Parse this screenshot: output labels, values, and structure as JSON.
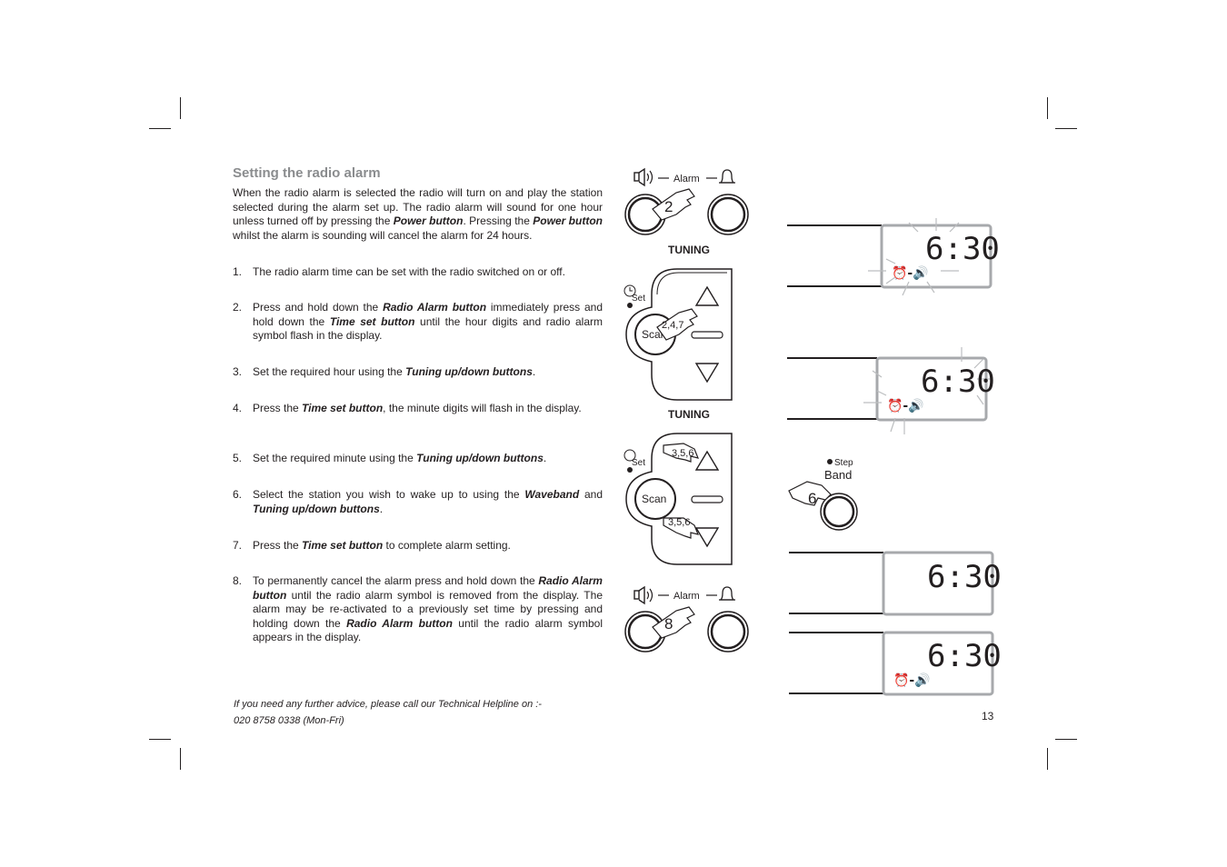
{
  "title": "Setting the radio alarm",
  "intro": {
    "p1": "When the radio alarm is selected the radio will turn on and play the station selected during the alarm set up. The radio alarm will sound for one hour unless turned off by pressing the ",
    "b1": "Power button",
    "p2": ". Pressing the ",
    "b2": "Power button",
    "p3": " whilst the alarm is sounding will cancel the alarm for 24 hours."
  },
  "steps": [
    {
      "num": "1.",
      "t1": "The radio alarm time can be set with the radio switched on or off."
    },
    {
      "num": "2.",
      "t1": "Press and hold down the ",
      "b1": "Radio Alarm button",
      "t2": " immediately press and hold down the ",
      "b2": "Time set button",
      "t3": " until the hour digits and radio alarm symbol flash in the display."
    },
    {
      "num": "3.",
      "t1": "Set the required hour using the ",
      "b1": "Tuning up/down buttons",
      "t2": "."
    },
    {
      "num": "4.",
      "t1": "Press the ",
      "b1": "Time set button",
      "t2": ", the minute digits will flash in the display."
    },
    {
      "num": "5.",
      "t1": "Set the required minute using the ",
      "b1": "Tuning up/down buttons",
      "t2": "."
    },
    {
      "num": "6.",
      "t1": "Select the station you wish to wake up to using the ",
      "b1": "Waveband",
      "t2": " and ",
      "b2": "Tuning up/down buttons",
      "t3": "."
    },
    {
      "num": "7.",
      "t1": "Press the ",
      "b1": "Time set button",
      "t2": " to complete alarm setting."
    },
    {
      "num": "8.",
      "t1": "To permanently cancel the alarm press and hold down the ",
      "b1": "Radio Alarm button",
      "t2": " until the radio alarm symbol is removed from the display. The alarm may be re-activated to a previously set time by pressing and holding down the ",
      "b2": "Radio Alarm button",
      "t3": " until the radio alarm symbol appears in the display."
    }
  ],
  "footer": {
    "line1": "If you need any further advice, please call our Technical Helpline on :-",
    "line2": "020 8758 0338 (Mon-Fri)"
  },
  "page_number": "13",
  "diagram": {
    "alarm_label": "Alarm",
    "tuning_label": "TUNING",
    "set_label": "Set",
    "scan_label": "Scan",
    "step_label": "Step",
    "band_label": "Band",
    "time_display": "6:30",
    "press_2": "2",
    "press_247": "2,4,7",
    "press_356": "3,5,6",
    "press_6": "6",
    "press_8": "8"
  }
}
